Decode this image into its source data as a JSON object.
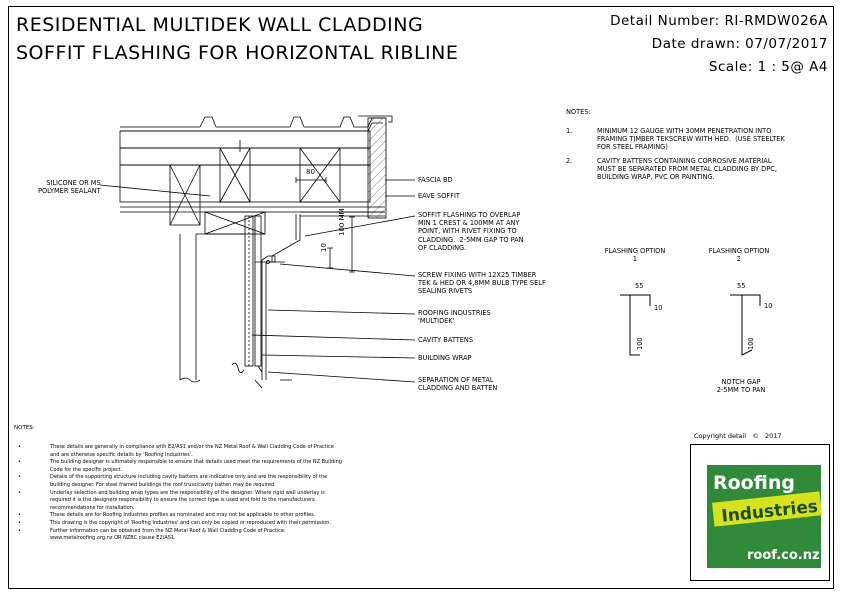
{
  "header": {
    "title_line1": "RESIDENTIAL MULTIDEK WALL CLADDING",
    "title_line2": "SOFFIT FLASHING FOR HORIZONTAL RIBLINE",
    "detail_number": "Detail Number:  RI-RMDW026A",
    "date_drawn": "Date drawn:  07/07/2017",
    "scale": "Scale:   1 : 5@ A4"
  },
  "callouts": {
    "silicone": "SILICONE OR MS\nPOLYMER SEALANT",
    "dim_80": "80",
    "dim_100": "100 mm",
    "dim_10": "10",
    "fascia": "FASCIA BD",
    "eave": "EAVE SOFFIT",
    "soffit_flashing": "SOFFIT FLASHING TO OVERLAP\nMIN 1 CREST & 100mm AT ANY\nPOINT, WITH RIVET FIXING TO\nCLADDING.  2-5mm GAP TO PAN\nOF CLADDING.",
    "screw_fixing": "SCREW FIXING WITH 12X25 TIMBER\nTEK & HED OR 4,8mm BULB TYPE SELF\nSEALING RIVETS",
    "roofing_industries": "ROOFING INDUSTRIES\n'MULTIDEK'",
    "cavity_battens": "CAVITY BATTENS",
    "building_wrap": "BUILDING WRAP",
    "separation": "SEPARATION OF METAL\nCLADDING AND BATTEN"
  },
  "notes_right": {
    "heading": "NOTES:",
    "n1_num": "1.",
    "n1": "MINIMUM 12 GAUGE WITH 30mm PENETRATION INTO\nFRAMING TIMBER TEKSCREW WITH HED.  (USE STEELTEK\nFOR STEEL FRAMING)",
    "n2_num": "2.",
    "n2": "CAVITY BATTENS CONTAINING CORROSIVE MATERIAL\nMUST BE SEPARATED FROM METAL CLADDING BY DPC,\nBUILDING WRAP, PVC OR PAINTING."
  },
  "flashing_options": {
    "opt1_title": "FLASHING OPTION\n1",
    "opt2_title": "FLASHING OPTION\n2",
    "dim_55": "55",
    "dim_10": "10",
    "dim_100": "100",
    "notch_gap": "NOTCH GAP\n2-5mm TO PAN"
  },
  "copyright": "Copyright detail   ©   2017",
  "notes_bottom": {
    "heading": "NOTES:",
    "items": [
      "These details are generally in compliance with E2/AS1 and/or the NZ Metal Roof & Wall Cladding Code of Practice",
      "and are otherwise specific details by 'Roofing Industries'.",
      "The building designer is ultimately responsible to ensure that details used meet the requirements of the NZ Building",
      "Code for the specific project.",
      "Details of the supporting structure including cavity battens are indicative only and are the responsibility of the",
      "building designer.  For steel framed buildings the roof truss/cavity batten may be required.",
      "Underlay selection and building wrap types are the responsibility of the designer.  Where rigid wall underlay is",
      "required it is the designers responsibility to ensure the correct type is used and fold to the manufacturers",
      "recommendations for installation.",
      "These details are for Roofing Industries profiles as nominated and may not be applicable to other profiles.",
      "This drawing is the copyright of 'Roofing Industries' and can only be copied or reproduced with their permission.",
      "Further information can be obtained from the NZ Metal Roof & Wall Cladding Code of Practice:",
      "www.metalroofing.org.nz OR NZBC clause E2/AS1."
    ]
  },
  "logo": {
    "word1": "Roofing",
    "word2": "Industries",
    "url": "roof.co.nz"
  },
  "colors": {
    "logo_green": "#2f8a3a",
    "logo_yellow": "#d7e21a"
  }
}
